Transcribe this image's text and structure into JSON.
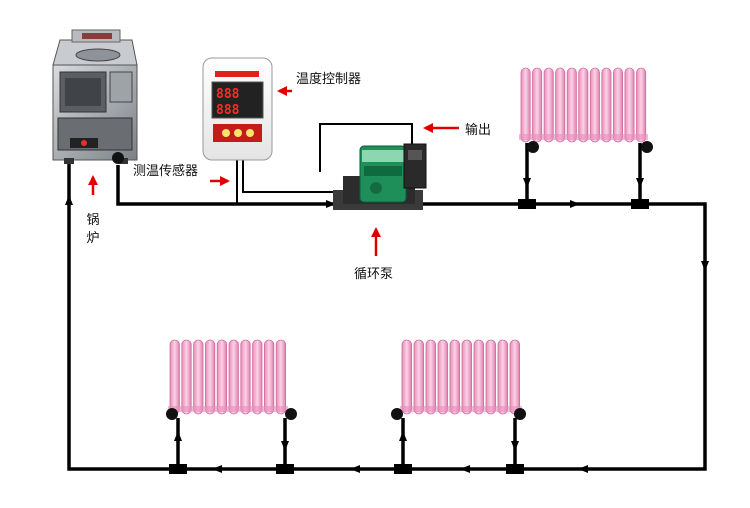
{
  "labels": {
    "controller": "温度控制器",
    "sensor": "测温传感器",
    "output": "输出",
    "pump": "循环泵",
    "boiler": "锅炉"
  },
  "controller_display": {
    "digits": "888"
  },
  "colors": {
    "pipe": "#000000",
    "arrow": "#e00000",
    "radiator": "#f2a6c8",
    "pump_body": "#1f8f5a"
  }
}
